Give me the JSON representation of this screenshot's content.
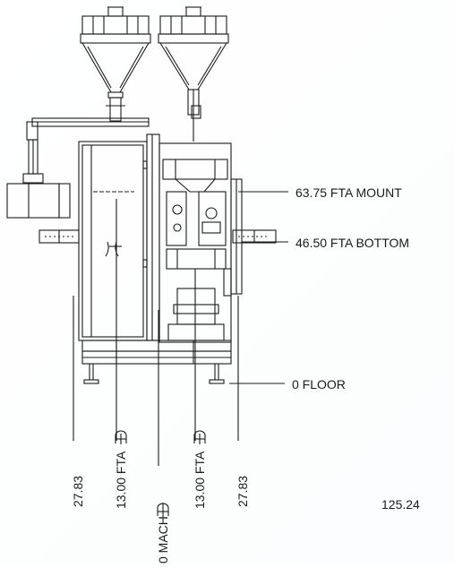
{
  "labels": {
    "fta_mount": "63.75 FTA MOUNT",
    "fta_bottom": "46.50 FTA BOTTOM",
    "floor": "0 FLOOR",
    "dim_left": "27.83",
    "fta_center_left": "13.00 FTA",
    "mach_center": "0 MACH",
    "fta_center_right": "13.00 FTA",
    "dim_right": "27.83",
    "overall": "125.24"
  },
  "colors": {
    "line": "#1a1a1a",
    "background": "#ffffff"
  },
  "icons": {
    "centerline": "centerline-symbol-icon"
  }
}
